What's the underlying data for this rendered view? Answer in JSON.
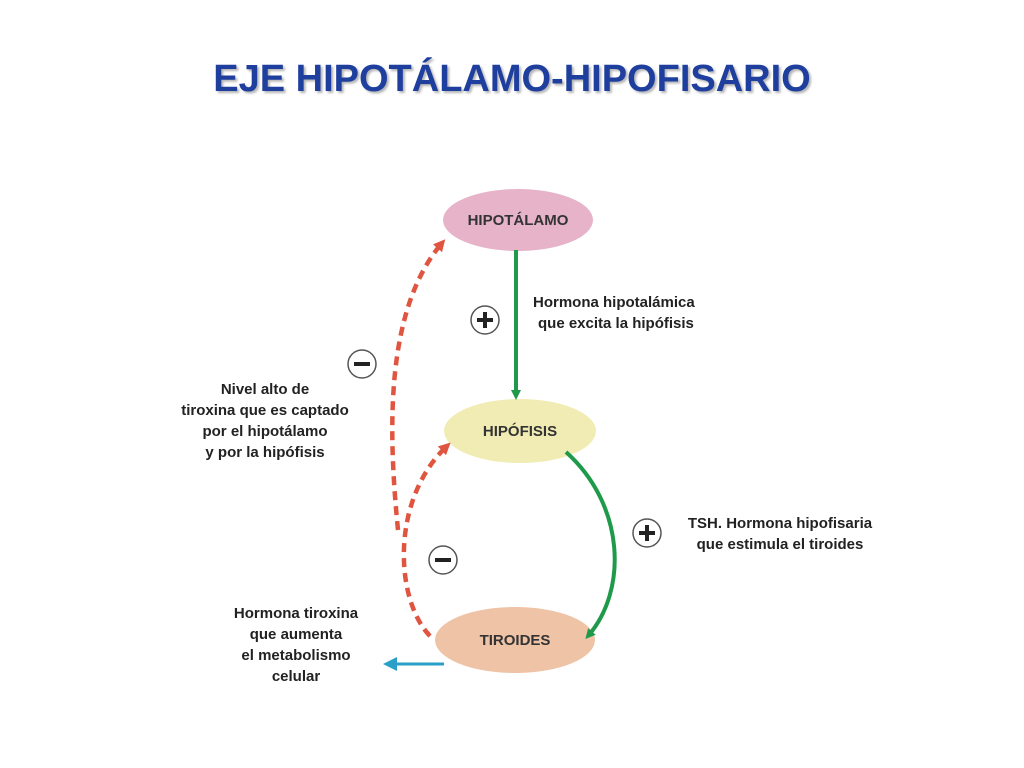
{
  "slide": {
    "title": "EJE HIPOTÁLAMO-HIPOFISARIO"
  },
  "nodes": {
    "hipotalamo": {
      "label": "HIPOTÁLAMO",
      "color": "#e6b3c8"
    },
    "hipofisis": {
      "label": "HIPÓFISIS",
      "color": "#f1ecb4"
    },
    "tiroides": {
      "label": "TIROIDES",
      "color": "#efc3a6"
    }
  },
  "annotations": {
    "hormona_hipotalamica": [
      "Hormona hipotalámica",
      "que excita la hipófisis"
    ],
    "tsh": [
      "TSH. Hormona hipofisaria",
      "que estimula el tiroides"
    ],
    "nivel_alto": [
      "Nivel alto de",
      "tiroxina que es captado",
      "por el hipotálamo",
      "y por la hipófisis"
    ],
    "tiroxina": [
      "Hormona tiroxina",
      "que aumenta",
      "el metabolismo",
      "celular"
    ]
  },
  "colors": {
    "title": "#1f3f9f",
    "stimulate_arrow": "#1e9a4a",
    "inhibit_arrow": "#e0553f",
    "output_arrow": "#2aa0c8"
  }
}
